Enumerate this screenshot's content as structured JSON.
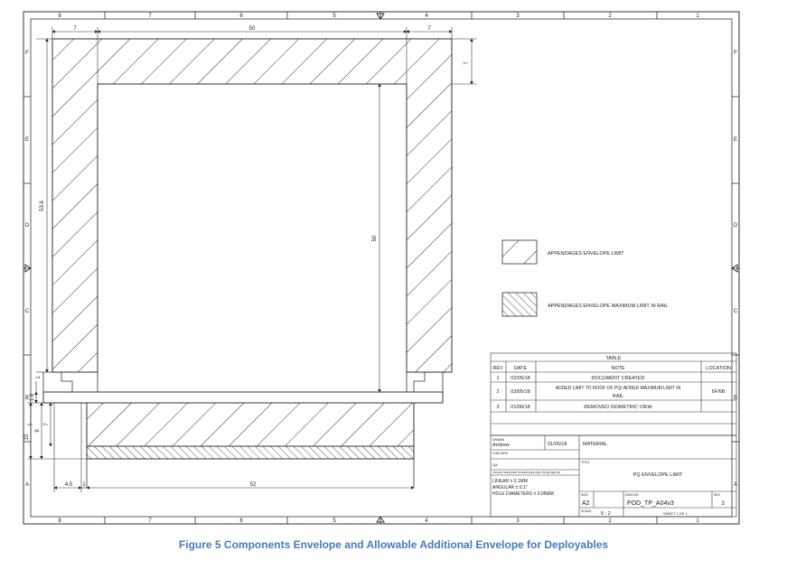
{
  "border": {
    "columns": [
      "8",
      "7",
      "6",
      "5",
      "4",
      "3",
      "2",
      "1"
    ],
    "rows": [
      "F",
      "E",
      "D",
      "C",
      "B",
      "A"
    ]
  },
  "dims": {
    "top_left": "7",
    "top_mid": "50",
    "top_right": "7",
    "right_top": "7",
    "left_height": "53.6",
    "inner_height": "50",
    "small_1": "1",
    "small_16": "1.6",
    "small_7": "7",
    "small_9": "9",
    "small_10": "10",
    "bottom_45": "4.5",
    "bottom_1": "1",
    "bottom_52": "52"
  },
  "legend": [
    {
      "label": "APPENDAGES ENVELOPE LIMIT"
    },
    {
      "label": "APPENDAGES ENVELOPE MAXIMUM LIMIT IN RAIL"
    }
  ],
  "rev_table": {
    "title": "TABLE",
    "headers": [
      "REV",
      "DATE",
      "NOTE",
      "LOCATION"
    ],
    "rows": [
      {
        "rev": "1",
        "date": "02/05/18",
        "note": "DOCUMENT CREATED",
        "location": ""
      },
      {
        "rev": "2",
        "date": "03/05/18",
        "note": "ADDED LIMIT TO ROOF OF PQ/ ADDED MAXIMUM LIMIT IN",
        "note2": "RAIL",
        "location": "6F/6B"
      },
      {
        "rev": "3",
        "date": "01/06/18",
        "note": "REMOVED ISOMETRIC VIEW",
        "location": ""
      }
    ]
  },
  "title_block": {
    "drawn_label": "DRAWN",
    "drawn_by": "Andrew",
    "drawn_date": "01/06/18",
    "checked_label": "CHECKED",
    "qa_label": "QA",
    "material_label": "MATERIAL",
    "title_label": "TITLE",
    "title": "PQ ENVELOPE LIMIT",
    "tol_note": "UNLESS SPECIFIED TOLERANCES ARE STATED BELOW",
    "tol_linear": "LINEAR ± 0.1MM",
    "tol_angular": "ANGULAR ± 0.1°",
    "tol_hole": "HOLE DIAMETERS ± 0.05MM",
    "size_label": "SIZE",
    "size": "A2",
    "dwg_label": "DWG NO",
    "dwg_no": "POD_TP_A04v3",
    "rev_label": "REV",
    "rev": "3",
    "scale_label": "SCALE",
    "scale": "5 : 2",
    "sheet": "SHEET 1  OF 1"
  },
  "caption": "Figure 5 Components Envelope and Allowable Additional Envelope for Deployables"
}
